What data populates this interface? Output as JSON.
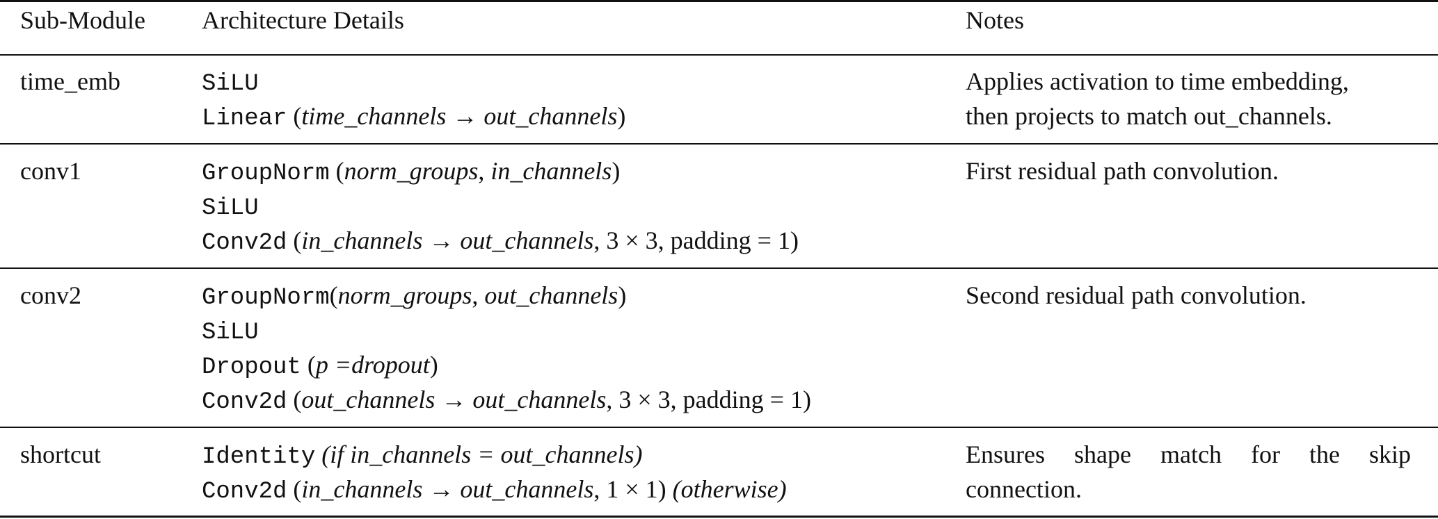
{
  "headers": {
    "submodule": "Sub-Module",
    "architecture": "Architecture Details",
    "notes": "Notes"
  },
  "rows": [
    {
      "name": "time_emb",
      "lines": [
        {
          "op": "SiLU"
        },
        {
          "op": "Linear",
          "pre": " (",
          "args": "time_channels → out_channels",
          "post": ")"
        }
      ],
      "notes": [
        "Applies activation to time embedding,",
        "then projects to match out_channels."
      ]
    },
    {
      "name": "conv1",
      "lines": [
        {
          "op": "GroupNorm",
          "pre": " (",
          "a1": "norm_groups",
          "sep": ", ",
          "a2": "in_channels",
          "post": ")"
        },
        {
          "op": "SiLU"
        },
        {
          "op": "Conv2d",
          "pre": " (",
          "args": "in_channels → out_channels",
          "post": ", 3 × 3, padding = 1)"
        }
      ],
      "notes": [
        "First residual path convolution."
      ]
    },
    {
      "name": "conv2",
      "lines": [
        {
          "op": "GroupNorm",
          "pre": "(",
          "a1": "norm_groups",
          "sep": ", ",
          "a2": "out_channels",
          "post": ")"
        },
        {
          "op": "SiLU"
        },
        {
          "op": "Dropout",
          "pre": " (",
          "args": "p =dropout",
          "post": ")"
        },
        {
          "op": "Conv2d",
          "pre": " (",
          "args": "out_channels → out_channels",
          "post": ", 3 × 3, padding = 1)"
        }
      ],
      "notes": [
        "Second residual path convolution."
      ]
    },
    {
      "name": "shortcut",
      "lines": [
        {
          "op": "Identity",
          "pre": " ",
          "args": "(if in_channels = out_channels)",
          "post": ""
        },
        {
          "op": "Conv2d",
          "pre": " (",
          "args": "in_channels → out_channels",
          "post": ", 1 × 1) ",
          "tail": "(otherwise)"
        }
      ],
      "notes": [
        "Ensures shape match for the skip connection."
      ]
    }
  ]
}
